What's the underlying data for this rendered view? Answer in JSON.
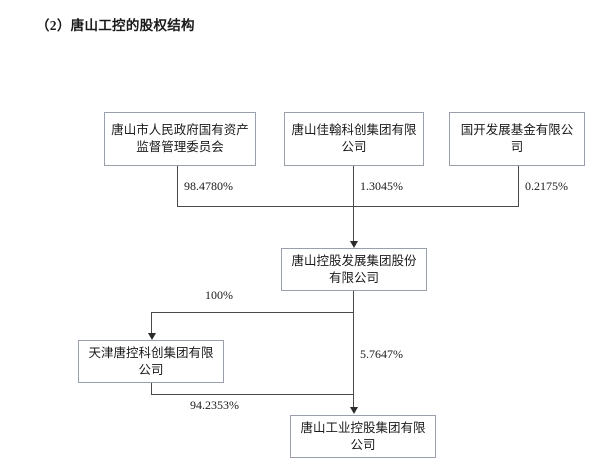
{
  "page": {
    "title": "（2）唐山工控的股权结构"
  },
  "diagram": {
    "type": "ownership-structure",
    "nodes": [
      {
        "id": "sasac",
        "label": "唐山市人民政府国有资产监督管理委员会"
      },
      {
        "id": "jiahan",
        "label": "唐山佳翰科创集团有限公司"
      },
      {
        "id": "cdb_fund",
        "label": "国开发展基金有限公司"
      },
      {
        "id": "holding",
        "label": "唐山控股发展集团股份有限公司"
      },
      {
        "id": "tianjin",
        "label": "天津唐控科创集团有限公司"
      },
      {
        "id": "industrial",
        "label": "唐山工业控股集团有限公司"
      }
    ],
    "edges": [
      {
        "from": "sasac",
        "to": "holding",
        "label": "98.4780%"
      },
      {
        "from": "jiahan",
        "to": "holding",
        "label": "1.3045%"
      },
      {
        "from": "cdb_fund",
        "to": "holding",
        "label": "0.2175%"
      },
      {
        "from": "holding",
        "to": "tianjin",
        "label": "100%"
      },
      {
        "from": "holding",
        "to": "industrial",
        "label": "5.7647%"
      },
      {
        "from": "tianjin",
        "to": "industrial",
        "label": "94.2353%"
      }
    ]
  }
}
